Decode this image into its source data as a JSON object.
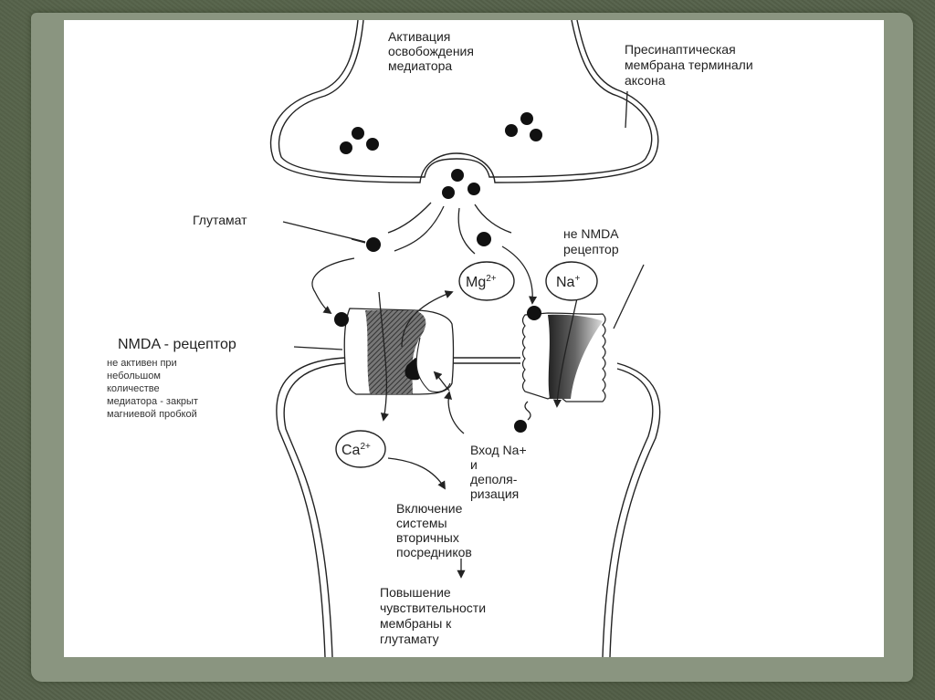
{
  "slide": {
    "background_color": "#55614a",
    "frame_color": "#8a9580",
    "canvas_color": "#ffffff"
  },
  "diagram": {
    "title": "NMDA receptor synapse",
    "labels": {
      "activation": [
        "Активация",
        "освобождения",
        "медиатора"
      ],
      "presynaptic": [
        "Пресинаптическая",
        "мембрана терминали",
        "аксона"
      ],
      "glutamate": "Глутамат",
      "non_nmda": [
        "не NMDA",
        "рецептор"
      ],
      "nmda": "NMDA - рецептор",
      "nmda_note": [
        "не активен при",
        "небольшом",
        "количестве",
        "медиатора - закрыт",
        "магниевой пробкой"
      ],
      "na_entry": [
        "Вход Na+",
        "и",
        "деполя-",
        "ризация"
      ],
      "second_messengers": [
        "Включение",
        "системы",
        "вторичных",
        "посредников"
      ],
      "sensitivity": [
        "Повышение",
        "чувствительности",
        "мембраны к",
        "глутамату"
      ]
    },
    "ions": {
      "mg": {
        "symbol": "Mg",
        "charge": "2+"
      },
      "na": {
        "symbol": "Na",
        "charge": "+"
      },
      "ca": {
        "symbol": "Ca",
        "charge": "2+"
      }
    }
  }
}
